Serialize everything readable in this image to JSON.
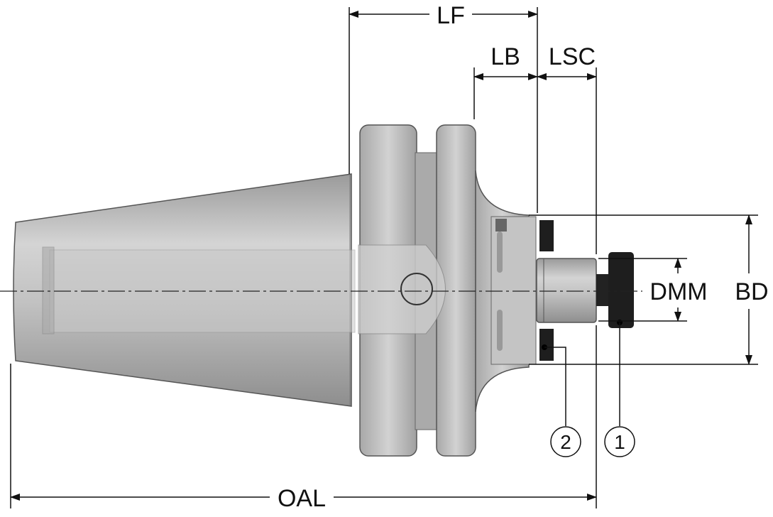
{
  "dimensions": {
    "lf": "LF",
    "lb": "LB",
    "lsc": "LSC",
    "dmm": "DMM",
    "bd": "BD",
    "oal": "OAL"
  },
  "callouts": {
    "one": "1",
    "two": "2"
  },
  "colors": {
    "body": "#b9b9b9",
    "dark_part": "#1e1e1e",
    "line": "#111111"
  }
}
